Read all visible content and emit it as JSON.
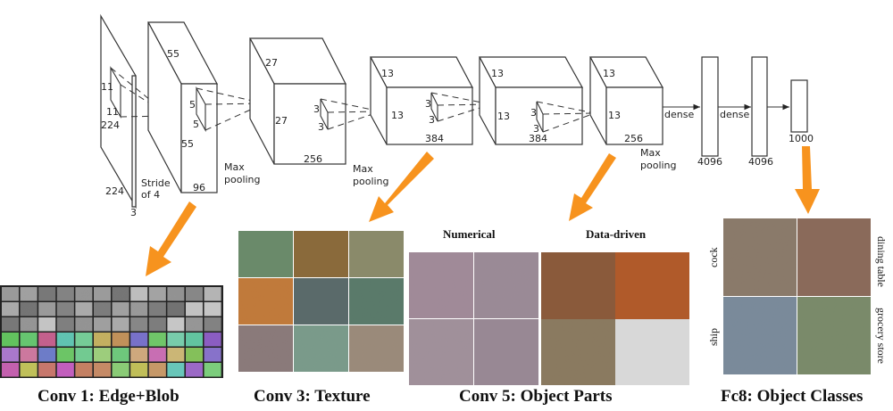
{
  "network": {
    "input": {
      "size_a": "224",
      "size_b": "224",
      "channels": "3",
      "kernel_a": "11",
      "kernel_b": "11",
      "stride_a": "Stride",
      "stride_b": "of 4"
    },
    "conv1": {
      "spatial_a": "55",
      "spatial_b": "55",
      "depth": "96",
      "kernel_a": "5",
      "kernel_b": "5"
    },
    "pool1": {
      "a": "Max",
      "b": "pooling"
    },
    "conv2": {
      "spatial_a": "27",
      "spatial_b": "27",
      "depth": "256",
      "kernel_a": "3",
      "kernel_b": "3"
    },
    "pool2": {
      "a": "Max",
      "b": "pooling"
    },
    "conv3": {
      "spatial_a": "13",
      "spatial_b": "13",
      "depth": "384",
      "kernel_a": "3",
      "kernel_b": "3"
    },
    "conv4": {
      "spatial_a": "13",
      "spatial_b": "13",
      "depth": "384",
      "kernel_a": "3",
      "kernel_b": "3"
    },
    "conv5": {
      "spatial_a": "13",
      "spatial_b": "13",
      "depth": "256"
    },
    "pool3": {
      "a": "Max",
      "b": "pooling"
    },
    "dense1": {
      "label": "dense",
      "size": "4096"
    },
    "dense2": {
      "label": "dense",
      "size": "4096"
    },
    "output": {
      "size": "1000"
    }
  },
  "panels": {
    "conv1": {
      "caption": "Conv 1: Edge+Blob"
    },
    "conv3": {
      "caption": "Conv 3: Texture"
    },
    "conv5": {
      "caption": "Conv 5: Object Parts",
      "left_title": "Numerical",
      "right_title": "Data-driven"
    },
    "fc8": {
      "caption": "Fc8: Object Classes",
      "labels": [
        "cock",
        "dining table",
        "ship",
        "grocery store"
      ]
    }
  },
  "colors": {
    "arrow": "#f7931e"
  }
}
